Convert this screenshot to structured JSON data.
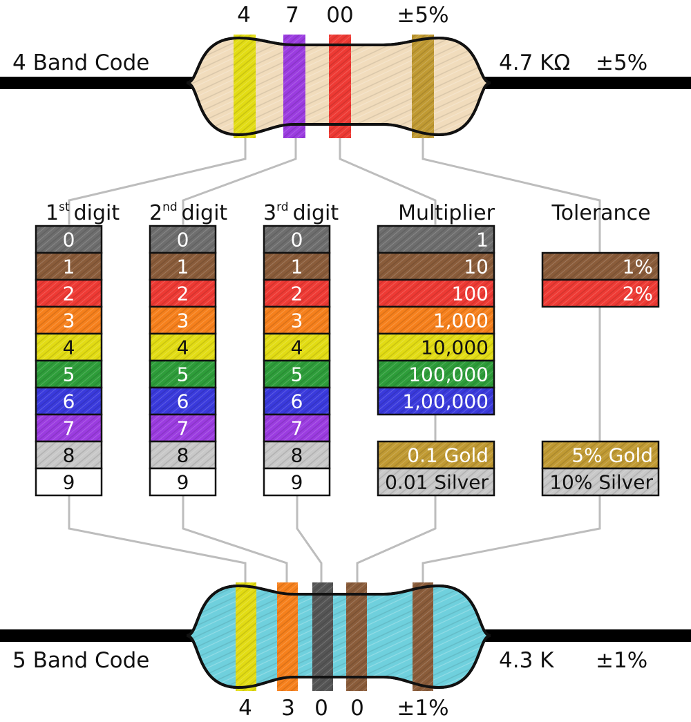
{
  "top": {
    "title": "4 Band Code",
    "value": "4.7 KΩ",
    "tolerance": "±5%",
    "band_labels": [
      "4",
      "7",
      "00",
      "±5%"
    ],
    "body_color": "#f1dcbc",
    "band_colors": [
      "#e2dc14",
      "#9b3ce0",
      "#ee3a34",
      "#c09a33"
    ]
  },
  "bottom": {
    "title": "5 Band Code",
    "value": "4.3 K",
    "tolerance": "±1%",
    "band_labels": [
      "4",
      "3",
      "0",
      "0",
      "±1%"
    ],
    "body_color": "#6fd0dd",
    "band_colors": [
      "#e2dc14",
      "#f6801c",
      "#555555",
      "#8a5c3a",
      "#8a5c3a"
    ]
  },
  "columns": [
    {
      "key": "d1",
      "label": "1",
      "sup": "st",
      "rest": "digit"
    },
    {
      "key": "d2",
      "label": "2",
      "sup": "nd",
      "rest": "digit"
    },
    {
      "key": "d3",
      "label": "3",
      "sup": "rd",
      "rest": "digit"
    },
    {
      "key": "mult",
      "label": "Multiplier"
    },
    {
      "key": "tol",
      "label": "Tolerance"
    }
  ],
  "digits": [
    {
      "text": "0",
      "color": "#6e6e6e",
      "ink": "#ffffff"
    },
    {
      "text": "1",
      "color": "#8a5c3a",
      "ink": "#ffffff"
    },
    {
      "text": "2",
      "color": "#ee3a34",
      "ink": "#ffffff"
    },
    {
      "text": "3",
      "color": "#f6801c",
      "ink": "#ffffff"
    },
    {
      "text": "4",
      "color": "#e2dc14",
      "ink": "#111111"
    },
    {
      "text": "5",
      "color": "#2e9d3a",
      "ink": "#ffffff"
    },
    {
      "text": "6",
      "color": "#3a3adc",
      "ink": "#ffffff"
    },
    {
      "text": "7",
      "color": "#9b3ce0",
      "ink": "#ffffff"
    },
    {
      "text": "8",
      "color": "#c8c8c8",
      "ink": "#111111"
    },
    {
      "text": "9",
      "color": "#ffffff",
      "ink": "#111111"
    }
  ],
  "multipliers": [
    {
      "text": "1",
      "color": "#6e6e6e",
      "ink": "#ffffff"
    },
    {
      "text": "10",
      "color": "#8a5c3a",
      "ink": "#ffffff"
    },
    {
      "text": "100",
      "color": "#ee3a34",
      "ink": "#ffffff"
    },
    {
      "text": "1,000",
      "color": "#f6801c",
      "ink": "#ffffff"
    },
    {
      "text": "10,000",
      "color": "#e2dc14",
      "ink": "#111111"
    },
    {
      "text": "100,000",
      "color": "#2e9d3a",
      "ink": "#ffffff"
    },
    {
      "text": "1,00,000",
      "color": "#3a3adc",
      "ink": "#ffffff"
    }
  ],
  "multiplier_special": [
    {
      "text": "0.1 Gold",
      "color": "#c09a33",
      "ink": "#ffffff"
    },
    {
      "text": "0.01 Silver",
      "color": "#c8c8c8",
      "ink": "#111111"
    }
  ],
  "tolerances": [
    {
      "text": "1%",
      "color": "#8a5c3a",
      "ink": "#ffffff"
    },
    {
      "text": "2%",
      "color": "#ee3a34",
      "ink": "#ffffff"
    }
  ],
  "tolerance_special": [
    {
      "text": "5% Gold",
      "color": "#c09a33",
      "ink": "#ffffff"
    },
    {
      "text": "10% Silver",
      "color": "#c8c8c8",
      "ink": "#111111"
    }
  ],
  "colors": {
    "lead": "#000000",
    "connector": "#bdbdbd",
    "outline": "#111111"
  }
}
